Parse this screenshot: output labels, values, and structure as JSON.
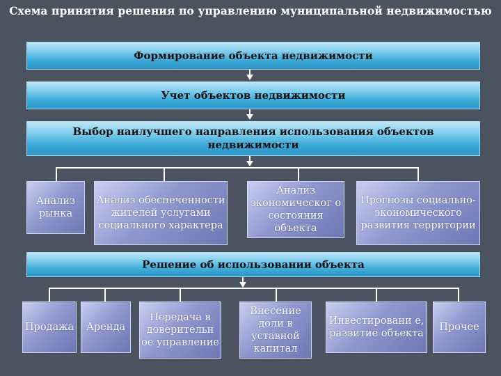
{
  "title": "Схема принятия решения по управлению муниципальной недвижимостью",
  "steps": {
    "formation": "Формирование объекта недвижимости",
    "accounting": "Учет объектов недвижимости",
    "choice": "Выбор наилучшего направления использования объектов недвижимости",
    "decision": "Решение об использовании объекта"
  },
  "analysis": [
    "Анализ рынка",
    "Анализ обеспеченности жителей услугами социального характера",
    "Анализ экономическог о состояния объекта",
    "Прогнозы социально-экономического развития территории"
  ],
  "options": [
    "Продажа",
    "Аренда",
    "Передача в доверительн ое управление",
    "Внесение доли в уставной капитал",
    "Инвестировани е, развитие объекта",
    "Прочее"
  ],
  "colors": {
    "background": "#4a5360",
    "bar": "#3aa8d8",
    "box": "#8f99cf",
    "connector": "#ffffff"
  }
}
